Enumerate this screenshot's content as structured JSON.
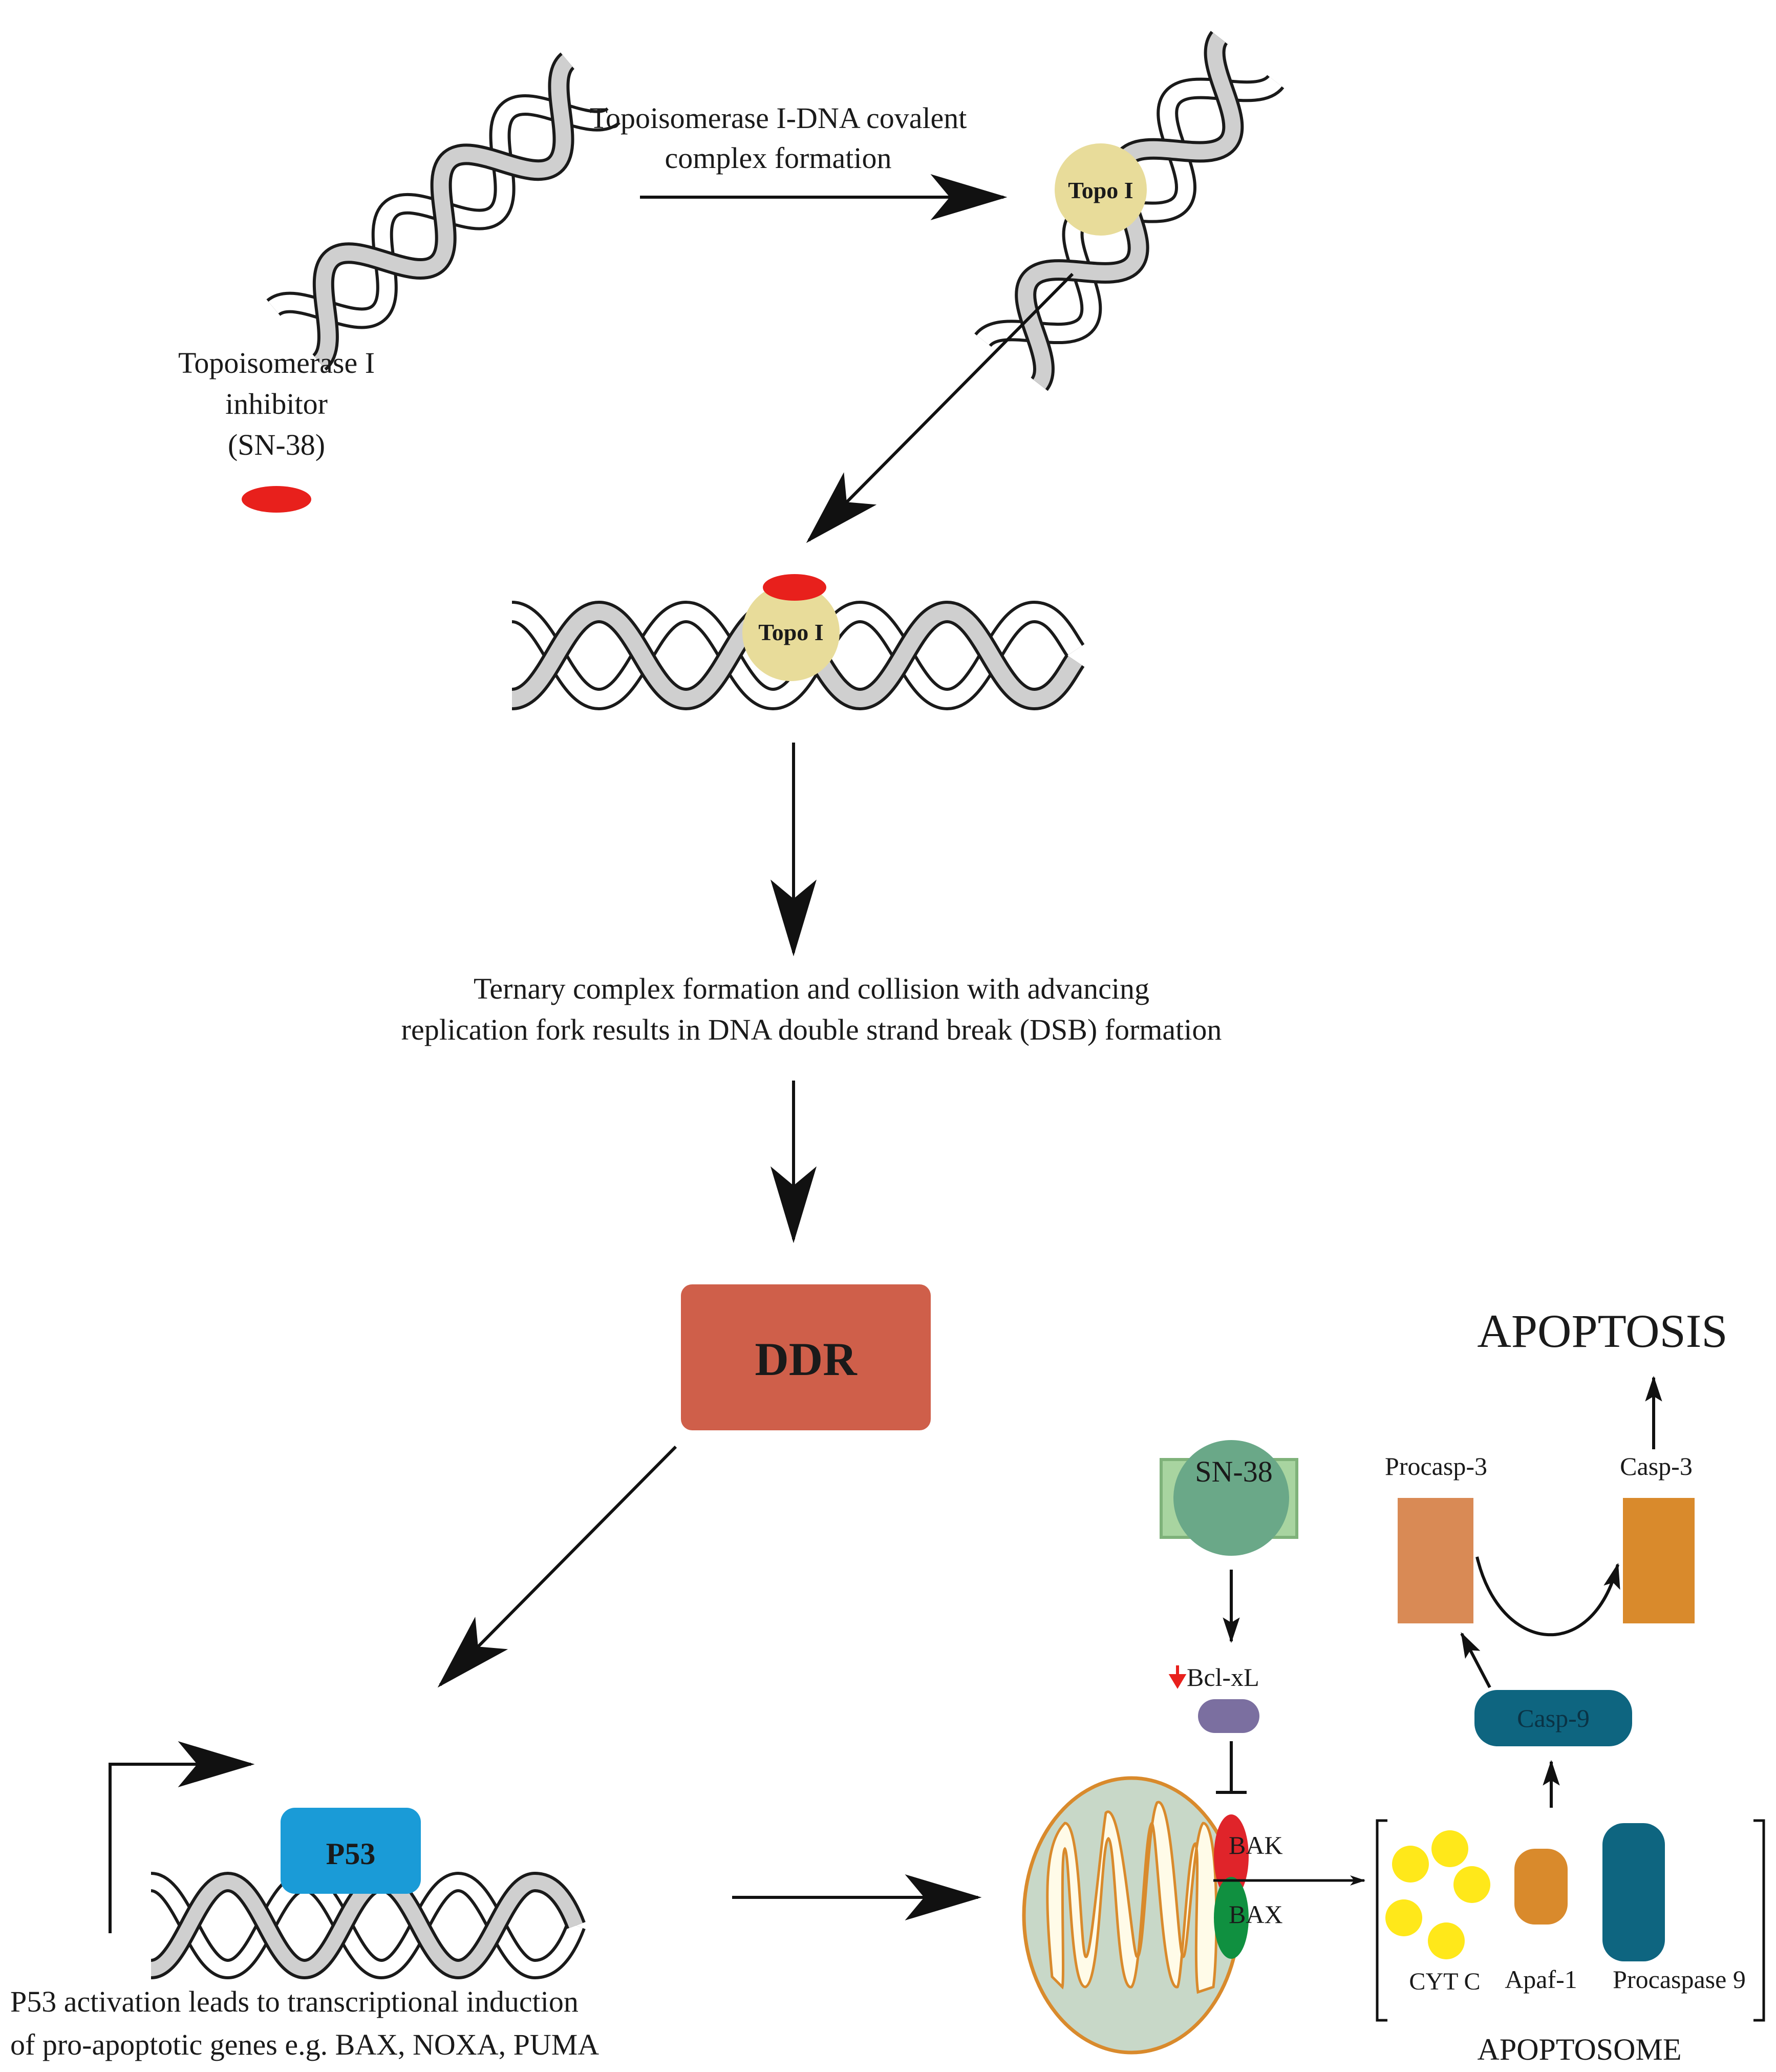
{
  "labels": {
    "topo_complex_line1": "Topoisomerase I-DNA covalent",
    "topo_complex_line2": "complex formation",
    "inhibitor_line1": "Topoisomerase I",
    "inhibitor_line2": "inhibitor",
    "inhibitor_line3": "(SN-38)",
    "topo_i_upper": "Topo I",
    "topo_i_middle": "Topo I",
    "ternary_line1": "Ternary complex formation and collision with advancing",
    "ternary_line2": "replication fork results in DNA double strand break (DSB) formation",
    "ddr": "DDR",
    "p53": "P53",
    "p53_caption_line1": "P53 activation leads to transcriptional induction",
    "p53_caption_line2": "of pro-apoptotic genes e.g. BAX, NOXA, PUMA",
    "sn38": "SN-38",
    "bclxl": "Bcl-xL",
    "bak": "BAK",
    "bax": "BAX",
    "cytc": "CYT C",
    "apaf1": "Apaf-1",
    "procaspase9": "Procaspase 9",
    "apoptosome": "APOPTOSOME",
    "casp9": "Casp-9",
    "procasp3": "Procasp-3",
    "casp3": "Casp-3",
    "apoptosis": "APOPTOSIS"
  },
  "colors": {
    "topo_i": "#e8dc9a",
    "inhibitor": "#e8201c",
    "ddr": "#cf5f4a",
    "p53": "#1a9bd7",
    "sn38": "#6aa888",
    "bclxl": "#7b6fa0",
    "bak": "#e0242a",
    "bax": "#109040",
    "cytc": "#ffe81a",
    "apaf1": "#d98a2c",
    "procaspase9": "#0e6580",
    "casp9": "#0e6580",
    "procasp3": "#d98a55",
    "casp3": "#d98a2c",
    "mitochondrion": "#c8d8c8",
    "dna_fill": "#cfcfcf"
  },
  "icons": [
    "dna-helix",
    "mitochondrion",
    "arrow",
    "inhibition-bar",
    "down-arrow"
  ]
}
